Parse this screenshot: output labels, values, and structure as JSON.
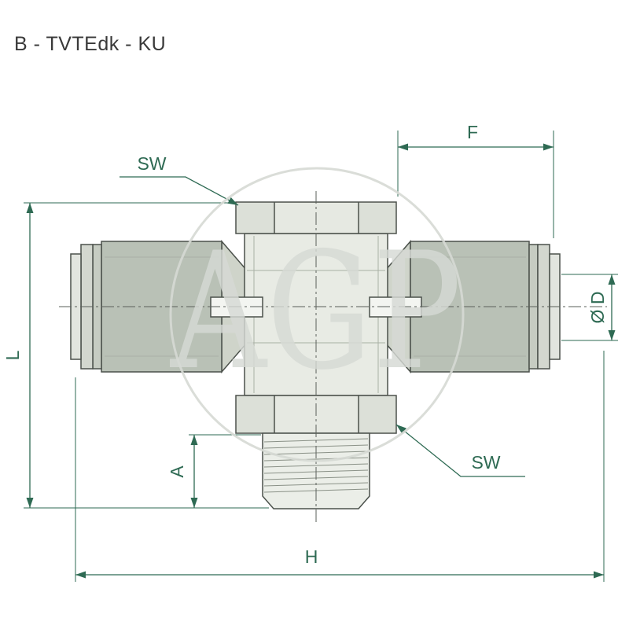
{
  "title": "B - TVTEdk - KU",
  "watermark": {
    "text": "AGP"
  },
  "drawing": {
    "labels": {
      "f": "F",
      "sw_top": "SW",
      "sw_bottom": "SW",
      "l": "L",
      "diameter": "Ø D",
      "a": "A",
      "h": "H"
    }
  },
  "colors": {
    "dimension": "#2e6a53",
    "outline": "#4b514b",
    "centerline": "#5a5f5a",
    "watermark": "#d6d9d4",
    "part_fill_light": "#e8ebe4",
    "part_fill_dark": "#b9c1b6"
  }
}
